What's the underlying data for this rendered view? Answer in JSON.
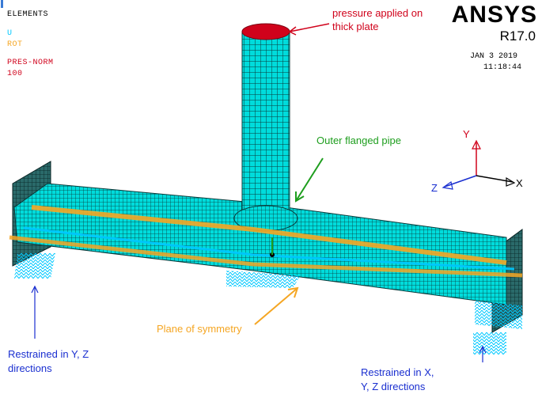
{
  "legend": {
    "title": "ELEMENTS",
    "items": [
      {
        "label": "U",
        "color": "#00c8ff"
      },
      {
        "label": "ROT",
        "color": "#f5a623"
      },
      {
        "label": "PRES-NORM",
        "color": "#d0021b"
      },
      {
        "label": "100",
        "color": "#d0021b"
      }
    ]
  },
  "brand": {
    "name": "ANSYS",
    "version": "R17.0"
  },
  "timestamp": {
    "date": "JAN  3 2019",
    "time": "11:18:44"
  },
  "triad": {
    "x": "X",
    "y": "Y",
    "z": "Z"
  },
  "annotations": {
    "pressure_line1": "pressure applied on",
    "pressure_line2": "thick plate",
    "outer_pipe": "Outer flanged pipe",
    "plane": "Plane of symmetry",
    "restrained_yz_line1": "Restrained in Y, Z",
    "restrained_yz_line2": "directions",
    "restrained_xyz_line1": "Restrained in X,",
    "restrained_xyz_line2": "Y, Z directions"
  },
  "colors": {
    "mesh_fill": "#00e0e0",
    "mesh_line": "#0a3a3a",
    "constraint_u": "#00c8ff",
    "constraint_rot": "#f5a623",
    "pressure": "#d0021b",
    "annot_red": "#d0021b",
    "annot_green": "#1e9e1e",
    "annot_orange": "#f5a623",
    "annot_blue": "#1a2fd0",
    "axis_y": "#d0021b",
    "axis_z": "#1a2fd0",
    "axis_x": "#000000"
  }
}
